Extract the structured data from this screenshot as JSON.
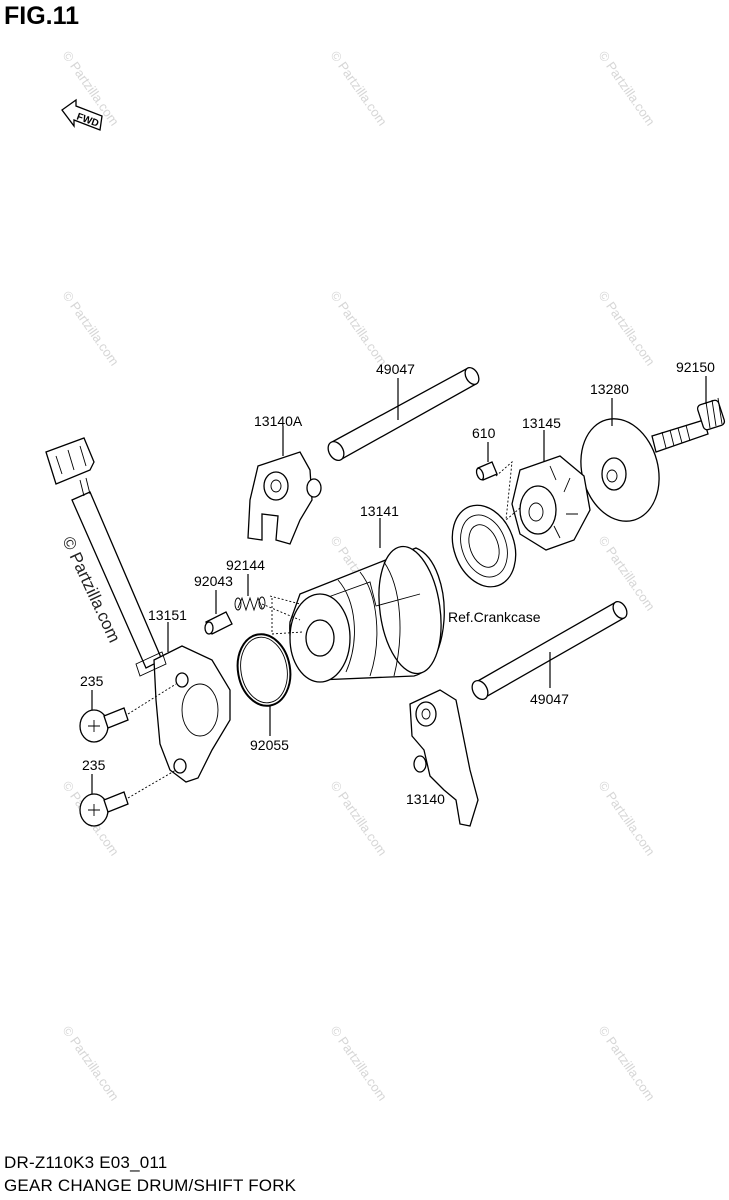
{
  "figure": {
    "title": "FIG.11",
    "fwd_label": "FWD",
    "model_code": "DR-Z110K3 E03_011",
    "caption": "GEAR CHANGE DRUM/SHIFT FORK"
  },
  "watermark": {
    "text": "© Partzilla.com"
  },
  "labels": {
    "p49047_upper": "49047",
    "p92150": "92150",
    "p13280": "13280",
    "p13140A": "13140A",
    "p610": "610",
    "p13145": "13145",
    "p13141": "13141",
    "p92144": "92144",
    "p92043": "92043",
    "p13151": "13151",
    "ref_crankcase": "Ref.Crankcase",
    "p235_upper": "235",
    "p235_lower": "235",
    "p92055": "92055",
    "p49047_lower": "49047",
    "p13140": "13140"
  }
}
